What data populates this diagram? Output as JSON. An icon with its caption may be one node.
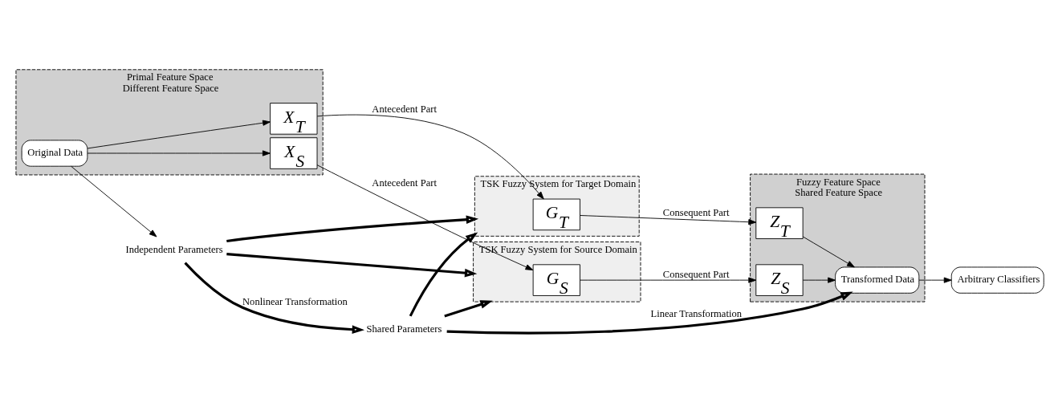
{
  "diagram": {
    "nodes": [
      {
        "text": [
          "Primal Feature Space",
          "Different Feature Space"
        ]
      },
      {
        "text": [
          "Original Data"
        ],
        "in": 0
      },
      {
        "text": [
          "X$_{S}$"
        ],
        "in": 0
      },
      {
        "text": [
          "X$_{T}$"
        ],
        "in": 0
      },
      {
        "text": [
          "TSK Fuzzy System for Source Domain"
        ]
      },
      {
        "text": [
          "G$_{S}$"
        ],
        "in": 4
      },
      {
        "text": [
          "TSK Fuzzy System for Target Domain"
        ]
      },
      {
        "text": [
          "G$_{T}$"
        ],
        "in": 6
      },
      {
        "text": [
          "Fuzzy Feature Space",
          "Shared Feature Space"
        ]
      },
      {
        "text": [
          "Z$_{S}$"
        ],
        "in": 8
      },
      {
        "text": [
          "Z$_{T}$"
        ],
        "in": 8
      },
      {
        "text": [
          "Transformed Data"
        ],
        "in": 8
      },
      {
        "text": [
          "Independent Parameters"
        ]
      },
      {
        "text": [
          "Shared Parameters"
        ]
      },
      {
        "text": [
          "Arbitrary Classifiers"
        ]
      }
    ],
    "edges": [
      {
        "from": 1,
        "to": 2,
        "arrow": "to"
      },
      {
        "from": 1,
        "to": 3,
        "arrow": "to"
      },
      {
        "from": 2,
        "to": 5,
        "arrow": "to",
        "label": "Antecedent Part"
      },
      {
        "from": 5,
        "to": 9,
        "arrow": "to",
        "label": "Consequent Part"
      },
      {
        "from": 3,
        "to": 7,
        "arrow": "to",
        "label": "Antecedent Part"
      },
      {
        "from": 7,
        "to": 10,
        "arrow": "to",
        "label": "Consequent Part"
      },
      {
        "from": 9,
        "to": 11,
        "arrow": "to"
      },
      {
        "from": 10,
        "to": 11,
        "arrow": "to"
      },
      {
        "from": 1,
        "to": 12,
        "arrow": "to"
      },
      {
        "from": 12,
        "to": 4,
        "arrow": "to",
        "style": "thick"
      },
      {
        "from": 12,
        "to": 6,
        "arrow": "to",
        "style": "thick"
      },
      {
        "from": 12,
        "to": 13,
        "arrow": "to",
        "style": "thick",
        "label": "Nonlinear Transformation"
      },
      {
        "from": 13,
        "to": 4,
        "arrow": "to",
        "style": "thick"
      },
      {
        "from": 13,
        "to": 6,
        "arrow": "to",
        "style": "thick"
      },
      {
        "from": 13,
        "to": 11,
        "arrow": "to",
        "style": "thick",
        "label": "Linear Transformation"
      },
      {
        "from": 11,
        "to": 14,
        "arrow": "to"
      }
    ]
  }
}
